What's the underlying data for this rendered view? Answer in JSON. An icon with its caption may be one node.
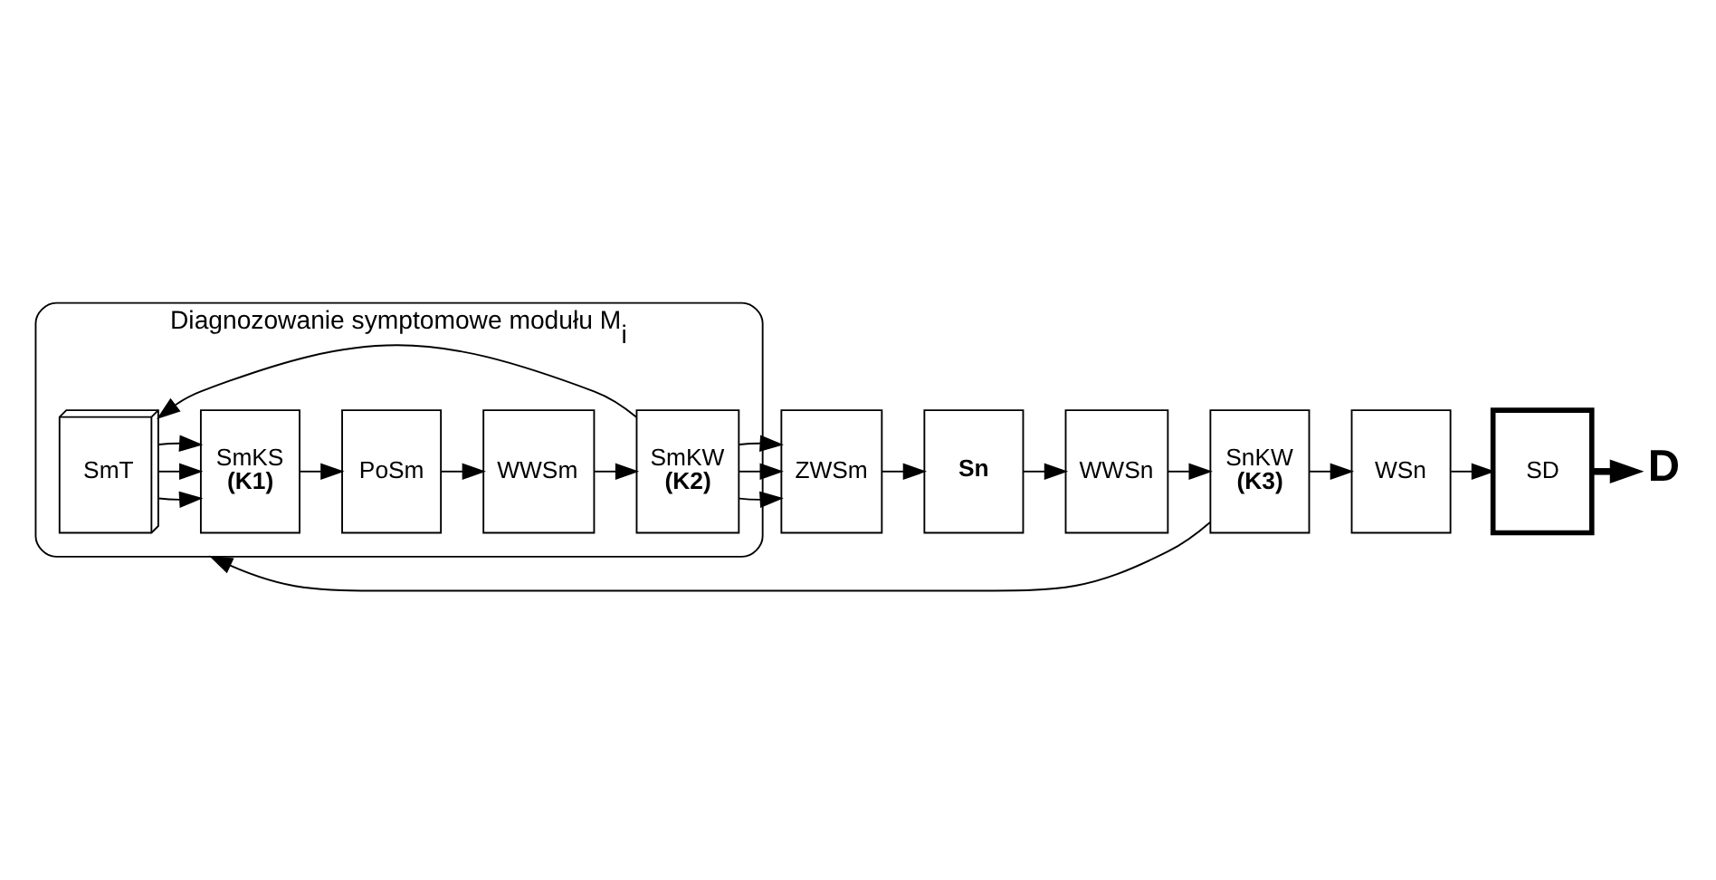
{
  "diagram": {
    "nodes": [
      {
        "text": [
          "Diagnozowanie symptomowe modułu M$_{i}$"
        ]
      },
      {
        "text": [
          "SmT"
        ],
        "in": 0
      },
      {
        "text": [
          "SmKS",
          "(K1)"
        ],
        "in": 0
      },
      {
        "text": [
          "PoSm"
        ],
        "in": 0
      },
      {
        "text": [
          "WWSm"
        ],
        "in": 0
      },
      {
        "text": [
          "SmKW",
          "(K2)"
        ],
        "in": 0
      },
      {
        "text": [
          "ZWSm"
        ]
      },
      {
        "text": [
          "Sn"
        ]
      },
      {
        "text": [
          "WWSn"
        ]
      },
      {
        "text": [
          "SnKW",
          "(K3)"
        ]
      },
      {
        "text": [
          "WSn"
        ]
      },
      {
        "text": [
          "SD"
        ]
      },
      {
        "text": [
          "D"
        ]
      }
    ],
    "edges": [
      {
        "from": 1,
        "to": 2,
        "arrow": "to"
      },
      {
        "from": 1,
        "to": 2,
        "arrow": "to"
      },
      {
        "from": 1,
        "to": 2,
        "arrow": "to"
      },
      {
        "from": 2,
        "to": 3,
        "arrow": "to"
      },
      {
        "from": 3,
        "to": 4,
        "arrow": "to"
      },
      {
        "from": 4,
        "to": 5,
        "arrow": "to"
      },
      {
        "from": 5,
        "to": 1,
        "arrow": "to"
      },
      {
        "from": 5,
        "to": 6,
        "arrow": "to"
      },
      {
        "from": 5,
        "to": 6,
        "arrow": "to"
      },
      {
        "from": 5,
        "to": 6,
        "arrow": "to"
      },
      {
        "from": 6,
        "to": 7,
        "arrow": "to"
      },
      {
        "from": 7,
        "to": 8,
        "arrow": "to"
      },
      {
        "from": 8,
        "to": 9,
        "arrow": "to"
      },
      {
        "from": 9,
        "to": 10,
        "arrow": "to"
      },
      {
        "from": 10,
        "to": 11,
        "arrow": "to"
      },
      {
        "from": 11,
        "to": 12,
        "arrow": "to",
        "style": "thick"
      },
      {
        "from": 9,
        "to": 0,
        "arrow": "to"
      }
    ]
  }
}
